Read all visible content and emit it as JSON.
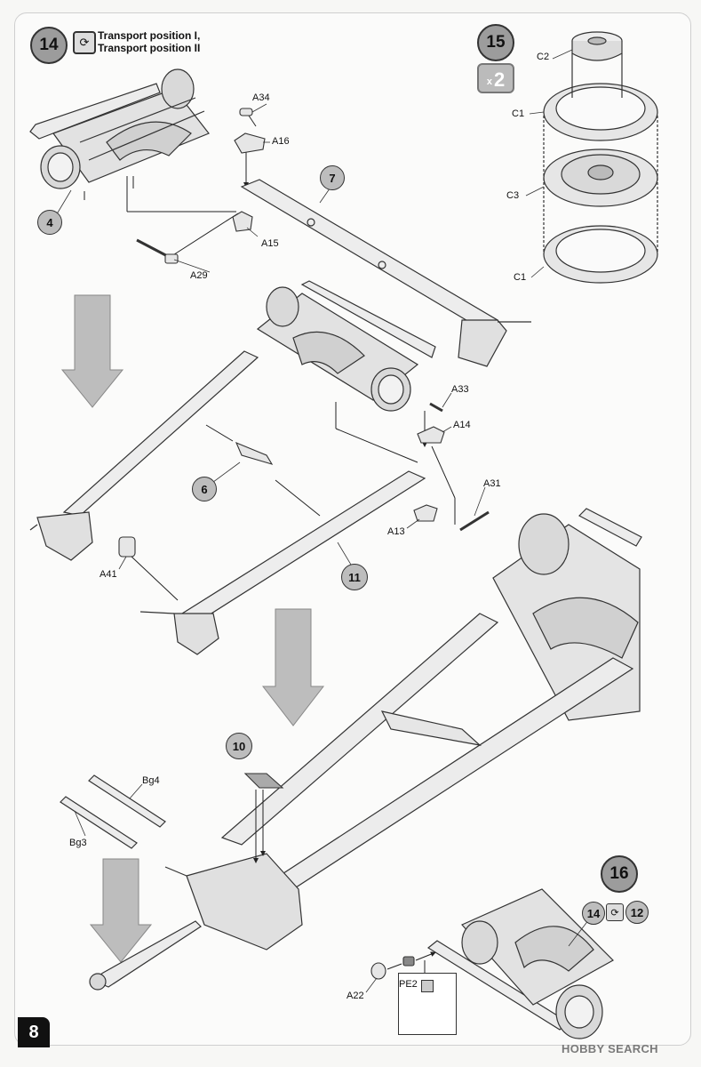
{
  "page": {
    "number": "8",
    "watermark": "HOBBY SEARCH"
  },
  "step14": {
    "number": "14",
    "title_line1": "Transport position I,",
    "title_line2": "Transport position II",
    "parts": {
      "a34": "A34",
      "a16": "A16",
      "a15": "A15",
      "a29": "A29",
      "a33": "A33",
      "a14": "A14",
      "a31": "A31",
      "a13": "A13",
      "a41": "A41"
    },
    "subassemblies": {
      "s4": "4",
      "s7": "7",
      "s6": "6",
      "s11": "11"
    }
  },
  "step15": {
    "number": "15",
    "multiplier_x": "x",
    "multiplier_n": "2",
    "parts": {
      "c2": "C2",
      "c1_top": "C1",
      "c3": "C3",
      "c1_bottom": "C1"
    }
  },
  "middle": {
    "sub10": "10",
    "parts": {
      "bg4": "Bg4",
      "bg3": "Bg3"
    }
  },
  "step16": {
    "number": "16",
    "ref_a": "14",
    "ref_b": "12",
    "parts": {
      "a22": "A22",
      "pe2": "PE2"
    }
  },
  "colors": {
    "badge": "#9c9c9c",
    "line": "#333333",
    "part_fill": "#e6e6e6",
    "arrow": "#bdbdbd"
  }
}
